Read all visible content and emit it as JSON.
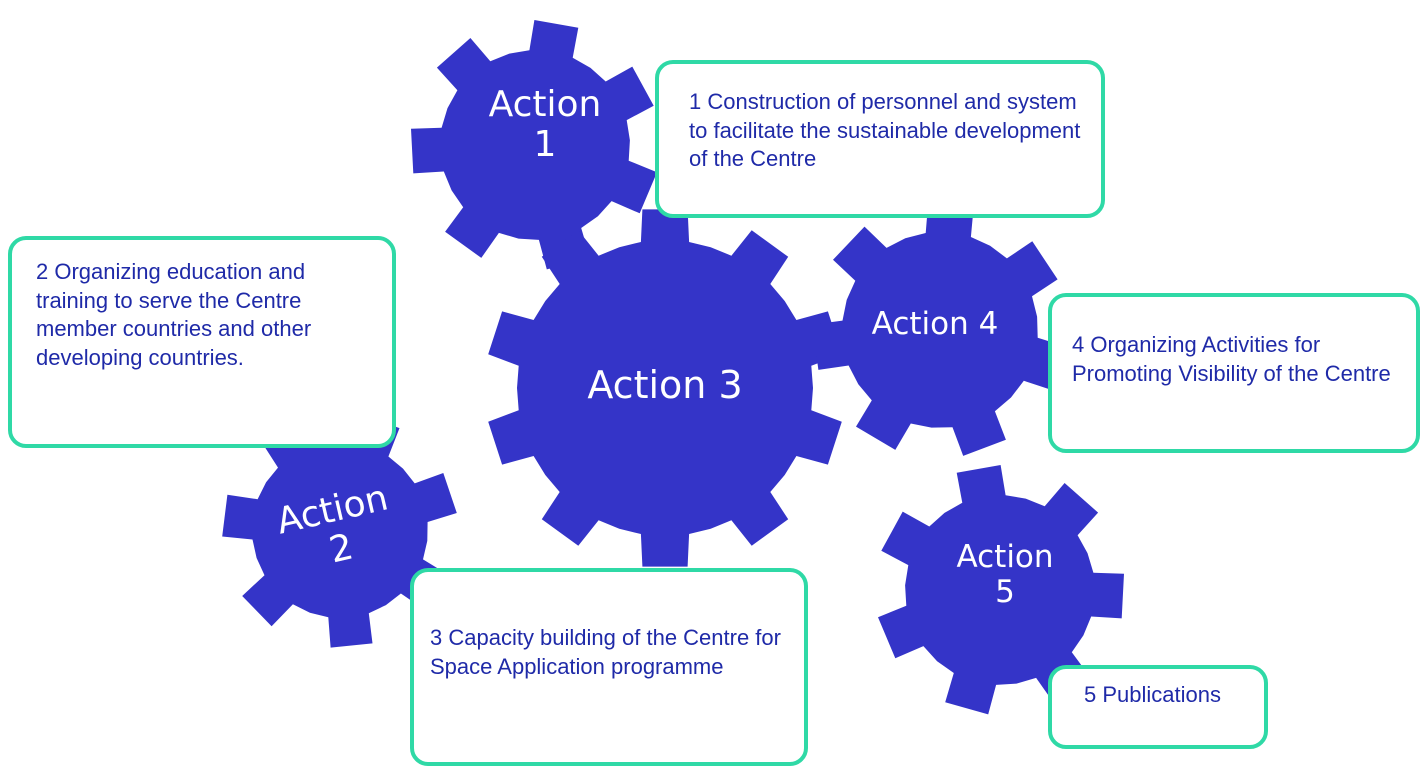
{
  "colors": {
    "gear_fill": "#3434c8",
    "box_border": "#2fd9a6",
    "box_text": "#1f2aa8",
    "label_text": "#ffffff"
  },
  "gears": {
    "g1": {
      "line1": "Action",
      "line2": "1"
    },
    "g2": {
      "line1": "Action",
      "line2": "2"
    },
    "g3": {
      "line1": "Action 3"
    },
    "g4": {
      "line1": "Action 4"
    },
    "g5": {
      "line1": "Action",
      "line2": "5"
    }
  },
  "boxes": {
    "b1": "1 Construction of personnel and system to facilitate the sustainable development of the Centre",
    "b2": "2  Organizing education and training to serve the Centre member countries and other developing countries.",
    "b3": "3 Capacity building of the Centre for Space Application programme",
    "b4": "4 Organizing Activities for Promoting Visibility of the Centre",
    "b5": "5 Publications"
  }
}
